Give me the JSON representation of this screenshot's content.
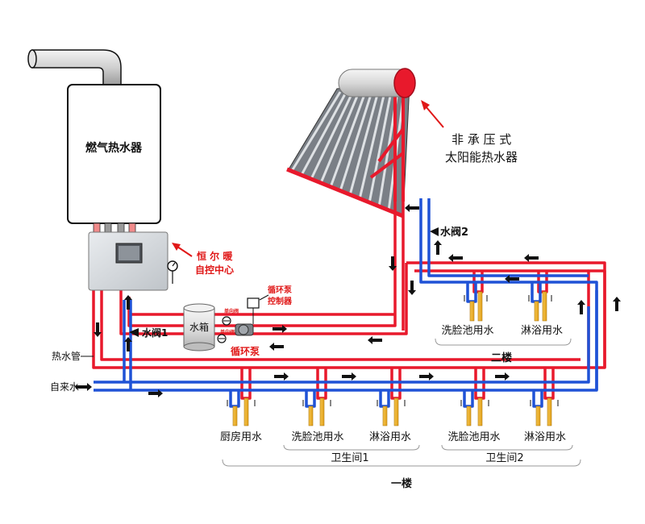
{
  "labels": {
    "gas_heater": "燃气热水器",
    "solar_line1": "非 承 压 式",
    "solar_line2": "太阳能热水器",
    "controller_line1": "恒 尔 暖",
    "controller_line2": "自控中心",
    "pump_controller_line1": "循环泵",
    "pump_controller_line2": "控制器",
    "water_tank": "水箱",
    "check_valve_top": "单向阀",
    "check_valve_bottom": "单向阀",
    "pump": "循环泵",
    "valve1": "水阀1",
    "valve2": "水阀2",
    "hot_pipe": "热水管",
    "tap_water": "自来水",
    "floor2": "二楼",
    "floor1": "一楼",
    "bathroom1": "卫生间1",
    "bathroom2": "卫生间2"
  },
  "fixtures": {
    "floor2": [
      "洗脸池用水",
      "淋浴用水"
    ],
    "floor1": [
      "厨房用水",
      "洗脸池用水",
      "淋浴用水",
      "洗脸池用水",
      "淋浴用水"
    ]
  },
  "colors": {
    "hot": "#e8192c",
    "cold": "#1f52d6",
    "accent_red": "#e01818"
  }
}
